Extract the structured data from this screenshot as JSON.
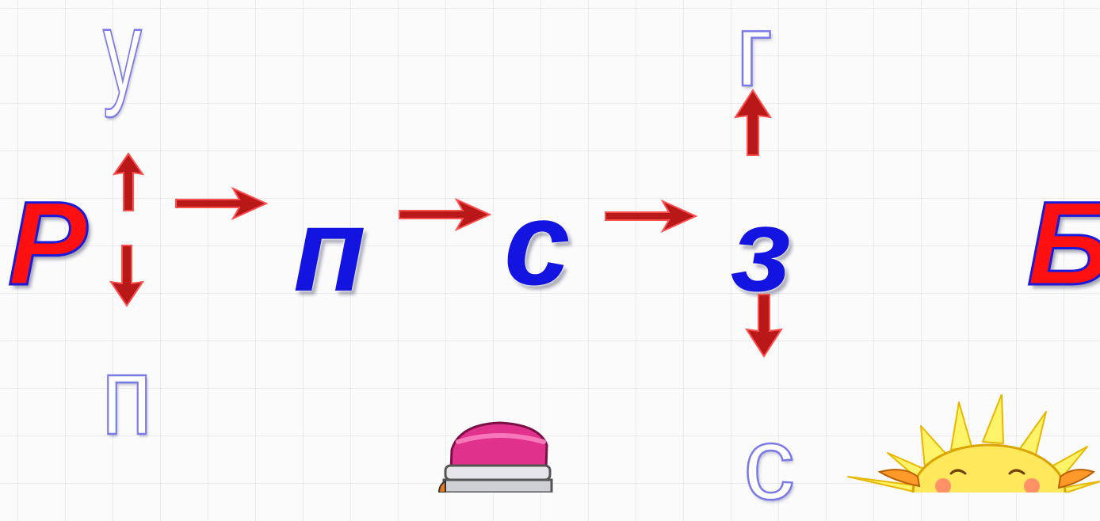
{
  "letters": {
    "r": "Р",
    "u": "у",
    "p_bottom": "п",
    "p_middle": "п",
    "s_middle": "с",
    "z": "з",
    "g": "г",
    "s_bottom": "с",
    "b": "Б"
  },
  "colors": {
    "main_letter": "#ff1010",
    "main_letter_outline": "#1a1ad8",
    "chain_letter": "#1414e0",
    "hint_outline": "#7a7ae6",
    "arrow": "#b81818"
  },
  "icons": [
    "arrow-up-icon",
    "arrow-down-icon",
    "arrow-right-icon",
    "pencil-figure",
    "sun-figure"
  ]
}
